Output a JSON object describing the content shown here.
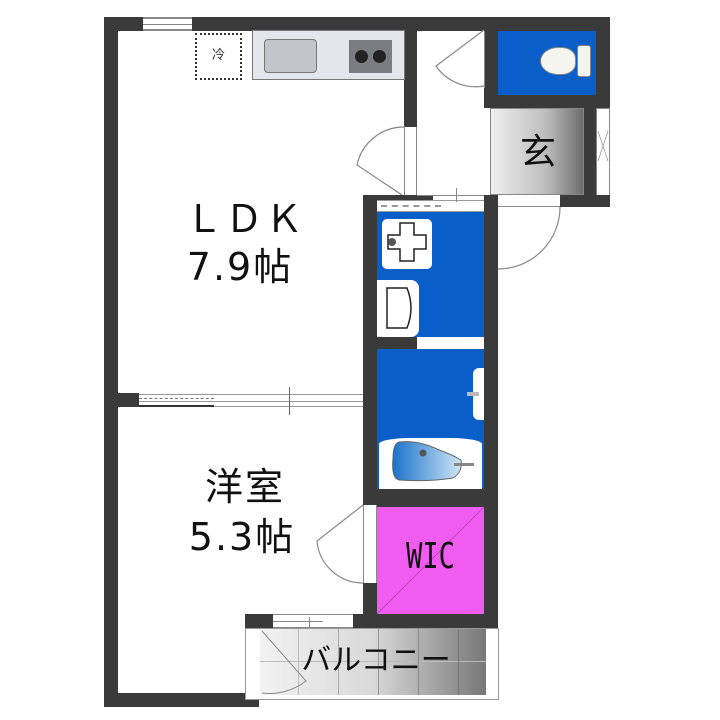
{
  "floorplan": {
    "rooms": {
      "ldk": {
        "name": "ＬＤＫ",
        "size": "7.9帖"
      },
      "western_room": {
        "name": "洋室",
        "size": "5.3帖"
      },
      "entrance": {
        "name": "玄"
      },
      "wic": {
        "name": "WIC"
      },
      "balcony": {
        "name": "バルコニー"
      },
      "refrigerator": {
        "name": "冷"
      }
    },
    "colors": {
      "wall": "#3a3a3a",
      "wet_area": "#0a5ec9",
      "wic": "#f05cf0",
      "entrance_gradient_start": "#f2f2f2",
      "entrance_gradient_end": "#6a6a6a"
    }
  }
}
